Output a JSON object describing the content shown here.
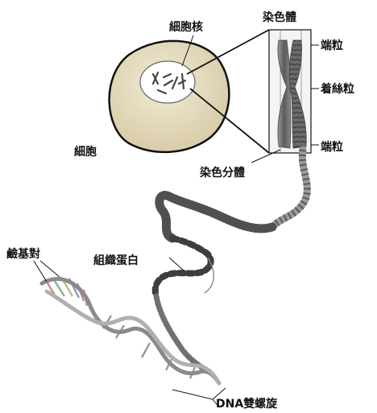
{
  "labels": {
    "nucleus": "細胞核",
    "chromosome": "染色體",
    "telomere_top": "端粒",
    "centromere": "着絲粒",
    "telomere_bottom": "端粒",
    "cell": "細胞",
    "chromatid": "染色分體",
    "histone": "組織蛋白",
    "base_pair": "鹼基對",
    "dna_helix": "DNA雙螺旋"
  },
  "colors": {
    "cell_fill": "#ede3c8",
    "chromosome": "#6f6f6f",
    "helix": "#8a8a8a",
    "line": "#111111"
  }
}
